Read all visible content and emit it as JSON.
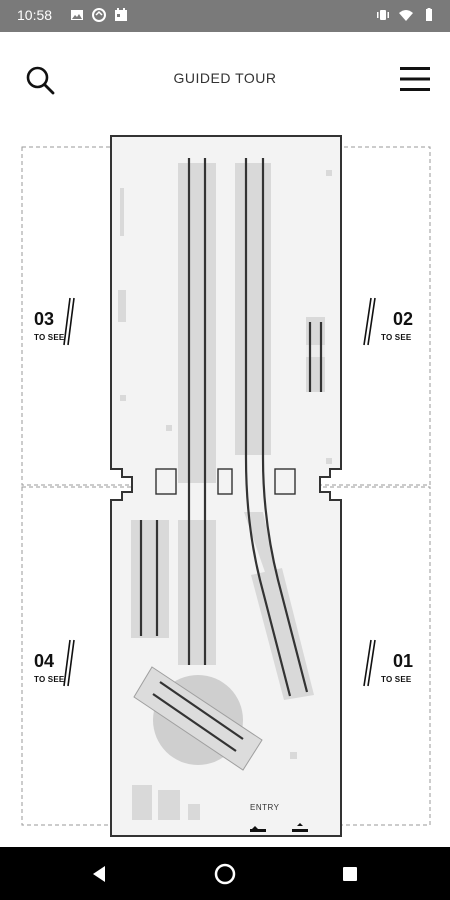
{
  "status_bar": {
    "time": "10:58",
    "left_icons": [
      "image-icon",
      "sync-icon",
      "calendar-icon"
    ],
    "right_icons": [
      "vibrate-icon",
      "wifi-icon",
      "battery-icon"
    ]
  },
  "header": {
    "title": "GUIDED TOUR",
    "search_icon": "search-icon",
    "menu_icon": "hamburger-menu-icon"
  },
  "map": {
    "zones": [
      {
        "number": "03",
        "label": "TO SEE"
      },
      {
        "number": "02",
        "label": "TO SEE"
      },
      {
        "number": "04",
        "label": "TO SEE"
      },
      {
        "number": "01",
        "label": "TO SEE"
      }
    ],
    "entry_label": "ENTRY"
  },
  "colors": {
    "status_bar": "#7a7a7a",
    "nav_bar": "#000000",
    "floor_fill": "#f3f3f3",
    "wall": "#333333",
    "exhibit_gray": "#d9d9d9",
    "dashed_line": "#9a9a9a"
  },
  "nav_bar": {
    "icons": [
      "back-icon",
      "home-icon",
      "recents-icon"
    ]
  }
}
